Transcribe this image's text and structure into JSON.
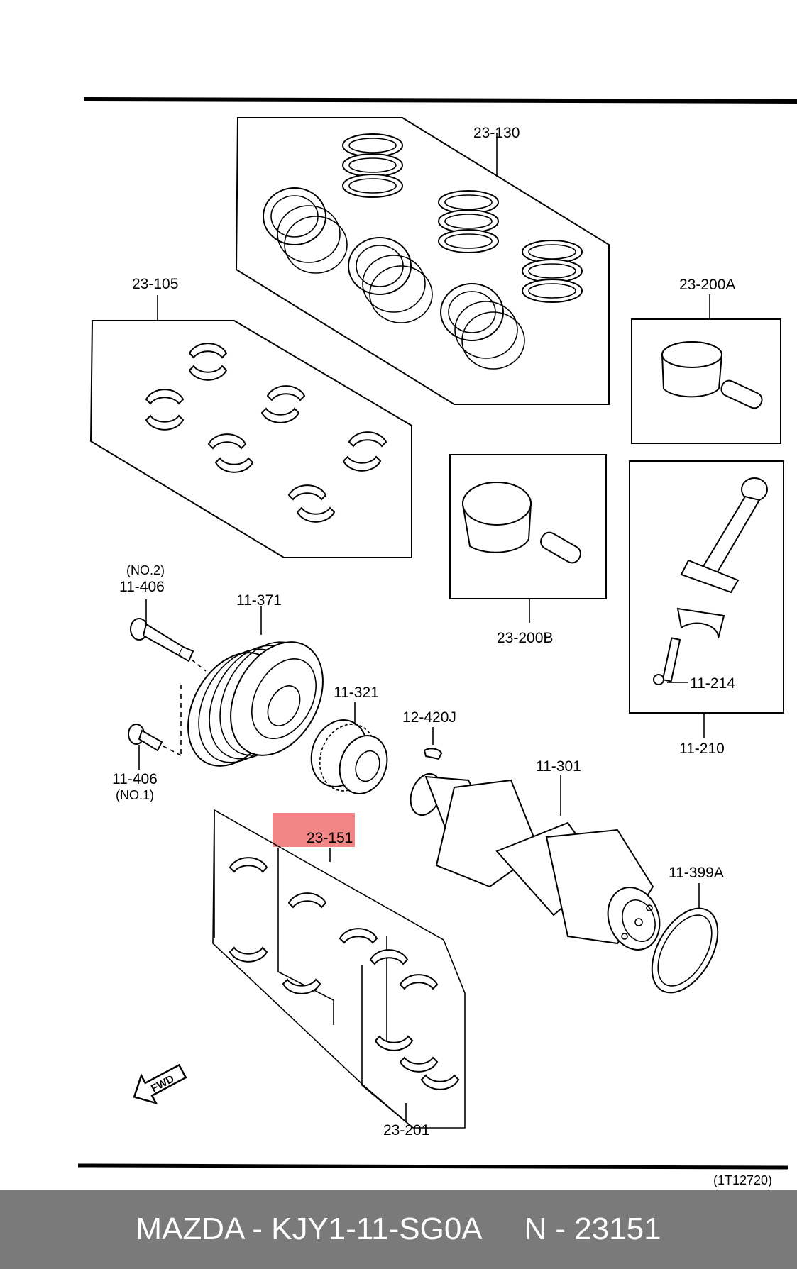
{
  "labels": {
    "ring_set": "23-130",
    "main_bearing_set": "23-105",
    "piston_a": "23-200A",
    "piston_b": "23-200B",
    "conrod_bolt": "11-214",
    "conrod": "11-210",
    "bolt_no2_tag": "(NO.2)",
    "bolt_no2": "11-406",
    "pulley": "11-371",
    "sprocket": "11-321",
    "key": "12-420J",
    "crankshaft": "11-301",
    "bolt_no1": "11-406",
    "bolt_no1_tag": "(NO.1)",
    "thrust_bearing": "23-151",
    "oil_seal": "11-399A",
    "conrod_bearing_set": "23-201",
    "fwd": "FWD",
    "figure_code": "(1T12720)"
  },
  "highlight": {
    "color": "#f07070"
  },
  "footer": {
    "text": "MAZDA - KJY1-11-SG0A     N - 23151",
    "background": "#7a7a7a",
    "color": "#ffffff"
  }
}
